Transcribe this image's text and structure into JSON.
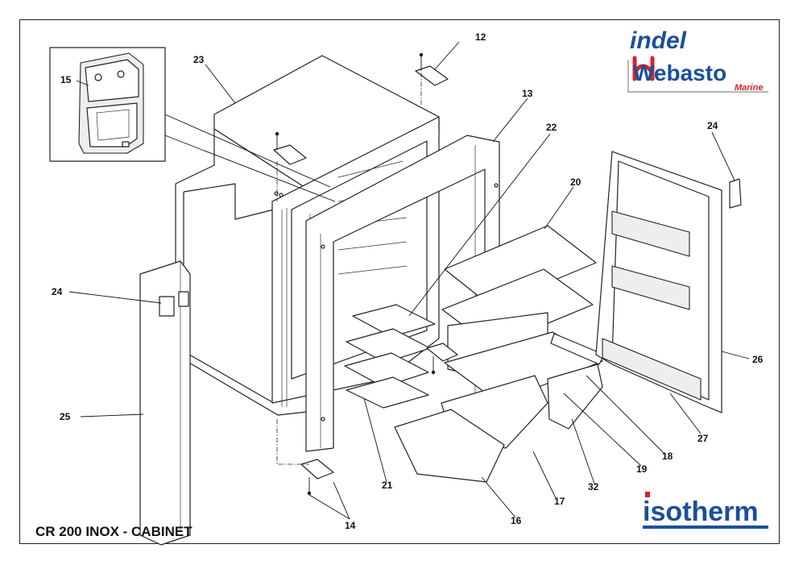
{
  "title": "CR 200 INOX - CABINET",
  "logos": {
    "brand_top_line1": "indel",
    "brand_top_line2": "Webasto",
    "brand_top_sub": "Marine",
    "brand_bottom": "isotherm",
    "colors": {
      "blue": "#1a4f9c",
      "red": "#d8222a",
      "gray": "#888888"
    }
  },
  "callouts": [
    "12",
    "13",
    "14",
    "15",
    "16",
    "17",
    "18",
    "19",
    "20",
    "21",
    "22",
    "23",
    "24",
    "24",
    "25",
    "26",
    "27",
    "32"
  ]
}
